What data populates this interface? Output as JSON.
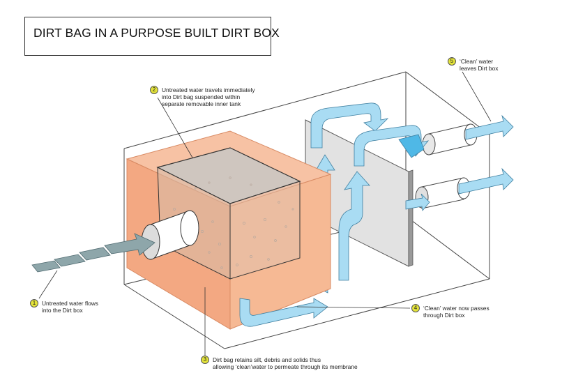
{
  "title": "DIRT BAG IN A PURPOSE BUILT DIRT BOX",
  "callouts": [
    {
      "number": "1",
      "line1": "Untreated water flows",
      "line2": "into the Dirt box"
    },
    {
      "number": "2",
      "line1": "Untreated water travels immediately",
      "line2": "into Dirt bag suspended within",
      "line3": "separate removable inner tank"
    },
    {
      "number": "3",
      "line1": "Dirt bag retains silt, debris and solids thus",
      "line2": "allowing ‘clean’water to permeate through its membrane"
    },
    {
      "number": "4",
      "line1": "‘Clean’ water now passes",
      "line2": "through Dirt box"
    },
    {
      "number": "5",
      "line1": "‘Clean’ water",
      "line2": "leaves Dirt box"
    }
  ],
  "colors": {
    "water_arrow": "#a9dcf3",
    "water_arrow_dark": "#4fb8e6",
    "inner_tank": "#f3a882",
    "badge": "#e4e43a",
    "filter_plate": "#e2e2e2",
    "incoming_arrow": "#8ea6aa"
  }
}
